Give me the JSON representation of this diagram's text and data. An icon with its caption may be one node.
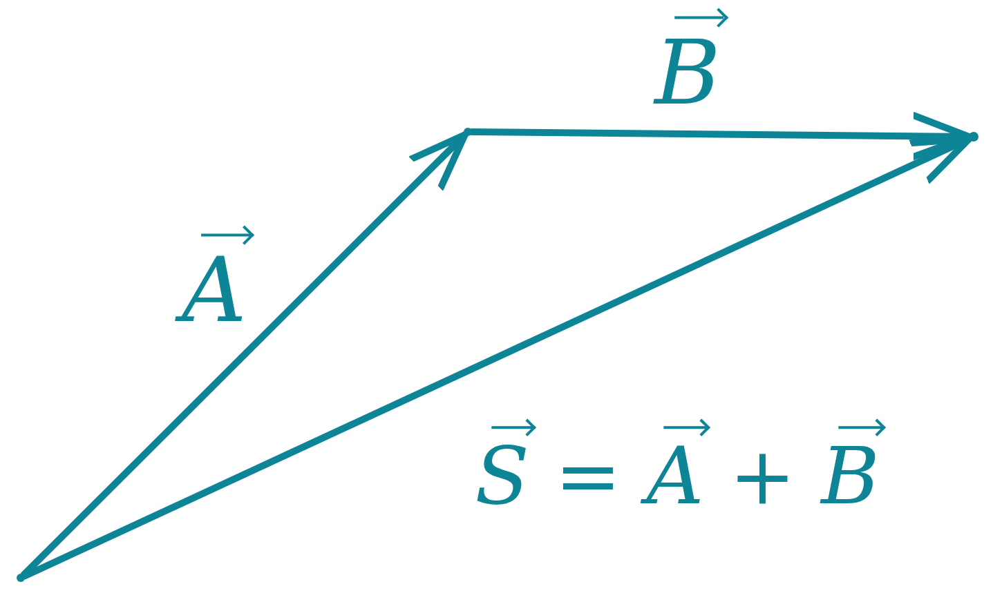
{
  "diagram": {
    "nodes": [
      {
        "text": [],
        "shape": "point"
      },
      {
        "text": [],
        "shape": "point"
      },
      {
        "text": [],
        "shape": "point"
      }
    ],
    "edges": [
      {
        "from": 0,
        "to": 1,
        "arrow": "to",
        "label": "A⃗"
      },
      {
        "from": 1,
        "to": 2,
        "arrow": "to",
        "label": "B⃗"
      },
      {
        "from": 0,
        "to": 2,
        "arrow": "to"
      }
    ],
    "labels": [
      "S⃗ = A⃗ + B⃗"
    ]
  }
}
